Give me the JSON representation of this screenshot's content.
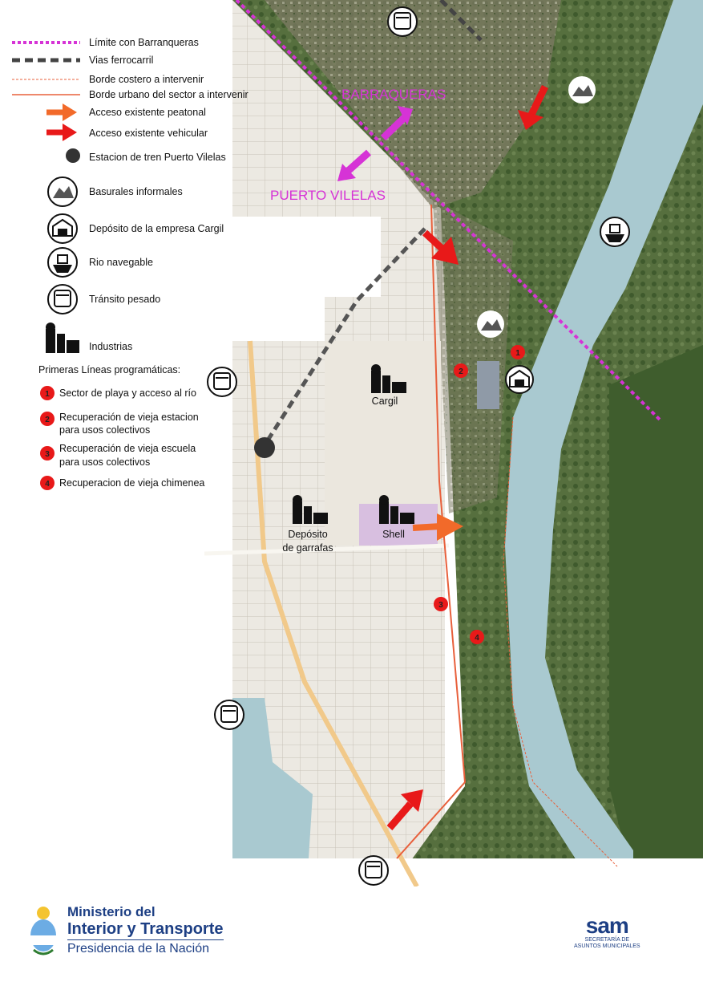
{
  "legend": {
    "items": [
      {
        "key": "limit",
        "label": "Límite con Barranqueras",
        "color": "#d633d6"
      },
      {
        "key": "rail",
        "label": "Vias ferrocarril",
        "color": "#444444"
      },
      {
        "key": "coast",
        "label": "Borde costero a intervenir",
        "color": "#e8603c"
      },
      {
        "key": "urban",
        "label": "Borde urbano del sector a intervenir",
        "color": "#e8603c"
      },
      {
        "key": "ped",
        "label": "Acceso existente peatonal",
        "color": "#f26a2a"
      },
      {
        "key": "veh",
        "label": "Acceso existente vehicular",
        "color": "#e81919"
      },
      {
        "key": "station",
        "label": "Estacion de tren Puerto Vilelas",
        "color": "#333333"
      },
      {
        "key": "dump",
        "label": "Basurales informales",
        "icon": "dump-icon"
      },
      {
        "key": "warehouse",
        "label": "Depósito de la empresa Cargil",
        "icon": "warehouse-icon"
      },
      {
        "key": "river",
        "label": "Rio navegable",
        "icon": "ship-icon"
      },
      {
        "key": "heavy",
        "label": "Tránsito pesado",
        "icon": "truck-icon"
      },
      {
        "key": "industry",
        "label": "Industrias",
        "icon": "factory-icon"
      }
    ],
    "lines_title": "Primeras Líneas programáticas:",
    "lines": [
      {
        "num": "1",
        "label": "Sector de playa y acceso al río"
      },
      {
        "num": "2",
        "label": "Recuperación de vieja estacion",
        "label2": "para usos colectivos"
      },
      {
        "num": "3",
        "label": "Recuperación de vieja escuela",
        "label2": "para usos colectivos"
      },
      {
        "num": "4",
        "label": "Recuperacion de vieja chimenea"
      }
    ]
  },
  "map": {
    "labels": {
      "barranqueras": "BARRAQUERAS",
      "vilelas": "PUERTO VILELAS",
      "cargil": "Cargil",
      "deposito1": "Depósito",
      "deposito2": "de garrafas",
      "shell": "Shell"
    },
    "markers": [
      {
        "num": "1"
      },
      {
        "num": "2"
      },
      {
        "num": "3"
      },
      {
        "num": "4"
      }
    ],
    "colors": {
      "river": "#a9c9d0",
      "vegetation": "#4f6b38",
      "urban": "#ece9e2",
      "marker": "#e81919",
      "limit": "#d633d6"
    }
  },
  "footer": {
    "ministry_line1": "Ministerio del",
    "ministry_line2": "Interior y Transporte",
    "ministry_line3": "Presidencia de la Nación",
    "sam": "sam",
    "sam_sub1": "SECRETARÍA DE",
    "sam_sub2": "ASUNTOS MUNICIPALES"
  }
}
